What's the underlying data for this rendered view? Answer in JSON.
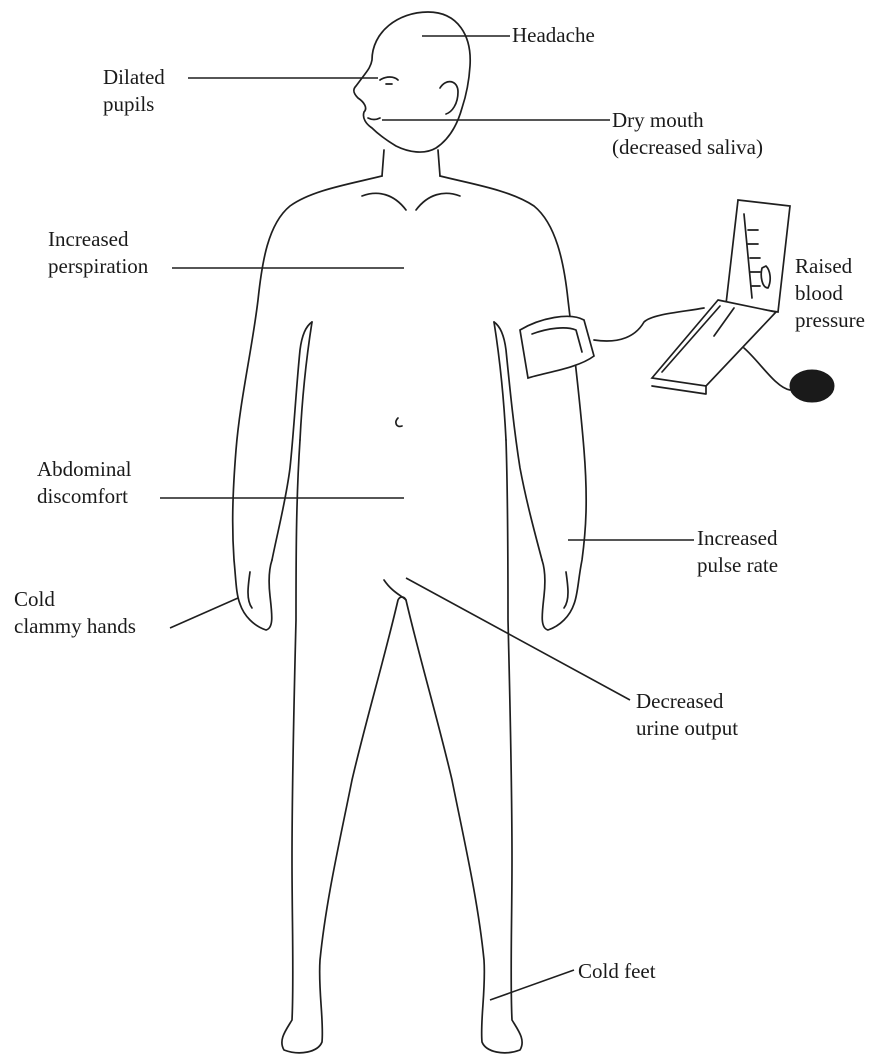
{
  "labels": {
    "headache": [
      "Headache"
    ],
    "dilated_pupils": [
      "Dilated",
      "pupils"
    ],
    "dry_mouth": [
      "Dry mouth",
      "(decreased saliva)"
    ],
    "increased_perspiration": [
      "Increased",
      "perspiration"
    ],
    "raised_blood_pressure": [
      "Raised",
      "blood",
      "pressure"
    ],
    "abdominal_discomfort": [
      "Abdominal",
      "discomfort"
    ],
    "increased_pulse_rate": [
      "Increased",
      "pulse rate"
    ],
    "cold_clammy_hands": [
      "Cold",
      "clammy hands"
    ],
    "decreased_urine_output": [
      "Decreased",
      "urine output"
    ],
    "cold_feet": [
      "Cold feet"
    ]
  },
  "icons": {
    "figure": "human-body-outline-icon",
    "device": "sphygmomanometer-icon"
  }
}
